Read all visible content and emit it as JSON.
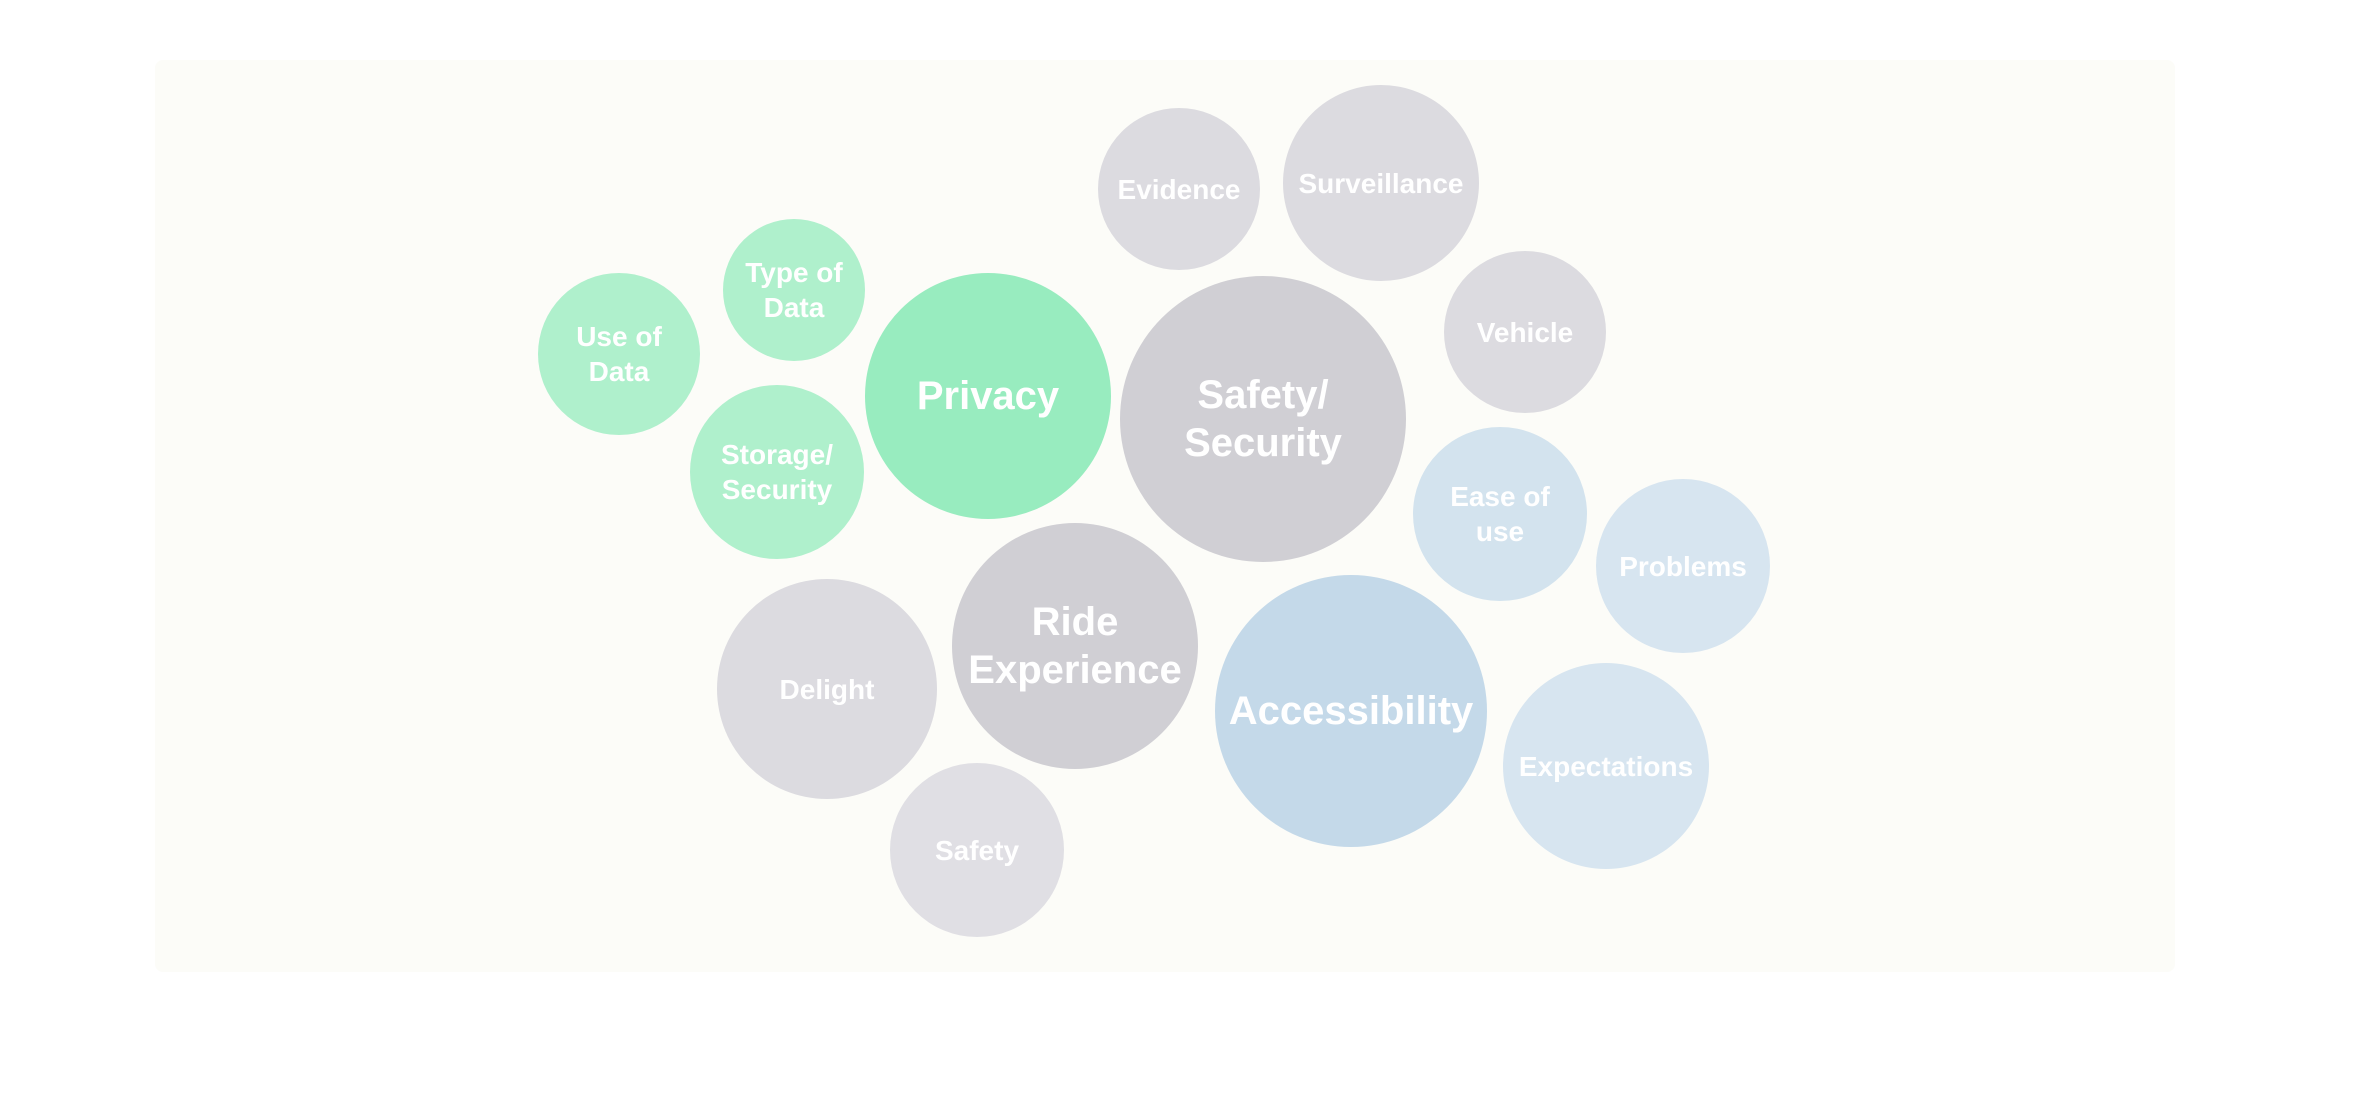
{
  "diagram": {
    "type": "bubble-cluster",
    "colors": {
      "background": "#fcfcf8",
      "green_main": "#98ecbf",
      "green_light": "#aff0cc",
      "gray_main": "#d0cfd4",
      "gray_light": "#dcdbe0",
      "blue_main": "#c4d9e9",
      "blue_light": "#d3e3ee"
    },
    "bubbles": [
      {
        "id": "privacy",
        "label": "Privacy",
        "group": "privacy",
        "color": "#98ecbf"
      },
      {
        "id": "use-of-data",
        "label": "Use of\nData",
        "group": "privacy",
        "color": "#aff0cc"
      },
      {
        "id": "type-of-data",
        "label": "Type of\nData",
        "group": "privacy",
        "color": "#aff0cc"
      },
      {
        "id": "storage-security",
        "label": "Storage/\nSecurity",
        "group": "privacy",
        "color": "#aff0cc"
      },
      {
        "id": "safety-security",
        "label": "Safety/\nSecurity",
        "group": "safety",
        "color": "#d0cfd4"
      },
      {
        "id": "evidence",
        "label": "Evidence",
        "group": "safety",
        "color": "#dcdbe0"
      },
      {
        "id": "surveillance",
        "label": "Surveillance",
        "group": "safety",
        "color": "#dcdbe0"
      },
      {
        "id": "vehicle",
        "label": "Vehicle",
        "group": "safety",
        "color": "#dcdbe0"
      },
      {
        "id": "ride-experience",
        "label": "Ride\nExperience",
        "group": "ride",
        "color": "#d0cfd4"
      },
      {
        "id": "delight",
        "label": "Delight",
        "group": "ride",
        "color": "#dcdbe0"
      },
      {
        "id": "safety",
        "label": "Safety",
        "group": "ride",
        "color": "#e0dfe4"
      },
      {
        "id": "accessibility",
        "label": "Accessibility",
        "group": "accessibility",
        "color": "#c4d9e9"
      },
      {
        "id": "ease-of-use",
        "label": "Ease of\nuse",
        "group": "accessibility",
        "color": "#d3e3ee"
      },
      {
        "id": "problems",
        "label": "Problems",
        "group": "accessibility",
        "color": "#d7e5f0"
      },
      {
        "id": "expectations",
        "label": "Expectations",
        "group": "accessibility",
        "color": "#d7e5f0"
      }
    ]
  }
}
